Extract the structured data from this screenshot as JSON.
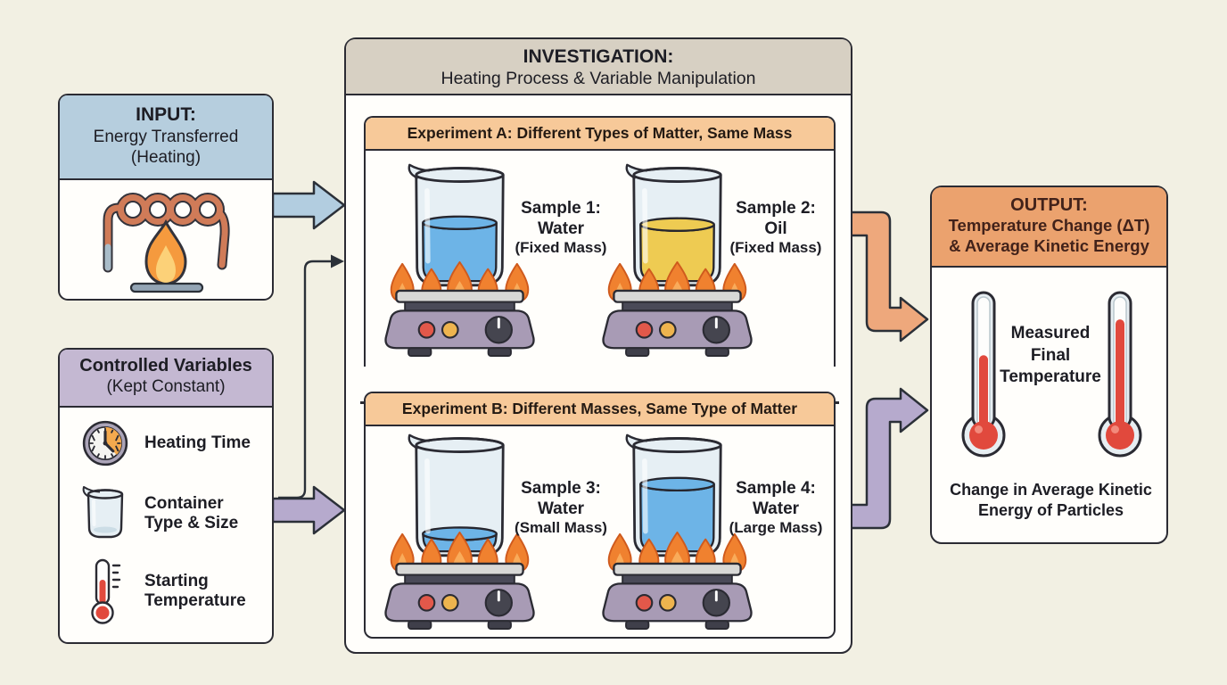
{
  "colors": {
    "background": "#f2f0e3",
    "outline": "#2b2b33",
    "input_header": "#b6cede",
    "controlled_header": "#c4b8d2",
    "investigation_header": "#d7d0c3",
    "experiment_banner": "#f7c999",
    "output_header": "#eba26e",
    "arrow_blue": "#b2cde0",
    "arrow_purple": "#b6aacd",
    "arrow_orange": "#eea87c",
    "water": "#6db4e7",
    "oil": "#eecb52",
    "flame": "#f0812f",
    "mercury": "#e1493d"
  },
  "input_box": {
    "title": "INPUT:",
    "subtitle_line1": "Energy Transferred",
    "subtitle_line2": "(Heating)"
  },
  "controlled_box": {
    "title": "Controlled Variables",
    "subtitle": "(Kept Constant)",
    "items": [
      {
        "icon": "clock",
        "line1": "Heating Time",
        "line2": ""
      },
      {
        "icon": "beaker",
        "line1": "Container",
        "line2": "Type & Size"
      },
      {
        "icon": "thermometer",
        "line1": "Starting",
        "line2": "Temperature"
      }
    ]
  },
  "investigation": {
    "title": "INVESTIGATION:",
    "subtitle": "Heating Process & Variable Manipulation",
    "experiment_a": {
      "banner": "Experiment A: Different Types of Matter, Same Mass",
      "samples": [
        {
          "name": "Sample 1:",
          "substance": "Water",
          "note": "(Fixed Mass)",
          "liquid_color": "#6db4e7",
          "fill_percent": 62
        },
        {
          "name": "Sample 2:",
          "substance": "Oil",
          "note": "(Fixed Mass)",
          "liquid_color": "#eecb52",
          "fill_percent": 60
        }
      ]
    },
    "experiment_b": {
      "banner": "Experiment B: Different Masses, Same Type of Matter",
      "samples": [
        {
          "name": "Sample 3:",
          "substance": "Water",
          "note": "(Small Mass)",
          "liquid_color": "#6db4e7",
          "fill_percent": 16
        },
        {
          "name": "Sample 4:",
          "substance": "Water",
          "note": "(Large Mass)",
          "liquid_color": "#6db4e7",
          "fill_percent": 72
        }
      ]
    }
  },
  "output_box": {
    "title": "OUTPUT:",
    "subtitle_line1": "Temperature Change (ΔT)",
    "subtitle_line2": "& Average Kinetic Energy",
    "center_label": {
      "line1": "Measured",
      "line2": "Final",
      "line3": "Temperature"
    },
    "bottom_label": {
      "line1": "Change in Average Kinetic",
      "line2": "Energy of Particles"
    },
    "thermometers": [
      {
        "fill_percent": 55
      },
      {
        "fill_percent": 85
      }
    ]
  }
}
